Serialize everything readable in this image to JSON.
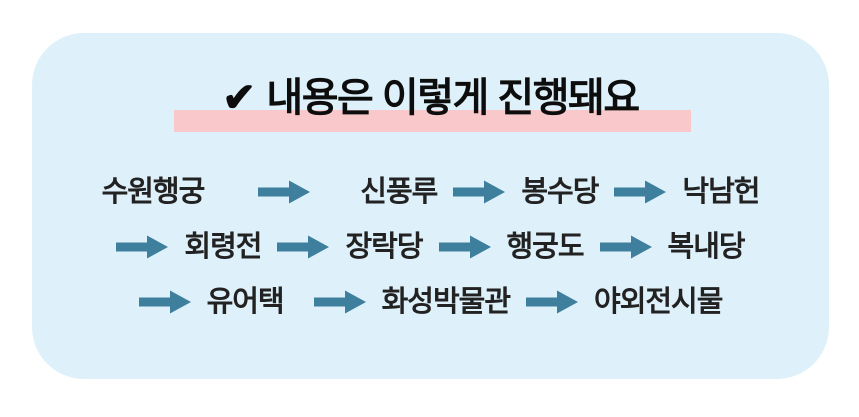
{
  "title": {
    "check_icon": "✔",
    "text": "내용은 이렇게 진행돼요"
  },
  "flow": {
    "rows": [
      [
        "수원행궁",
        "신풍루",
        "봉수당",
        "낙남헌"
      ],
      [
        "회령전",
        "장락당",
        "행궁도",
        "복내당"
      ],
      [
        "유어택",
        "화성박물관",
        "야외전시물"
      ]
    ]
  },
  "icons": {
    "arrow": "right-arrow-icon"
  },
  "colors": {
    "card_bg": "#def0f9",
    "highlight_pink": "#f8c8ca",
    "arrow_blue": "#3e7f9e",
    "title_text": "#0d0d0d",
    "station_text": "#222222"
  }
}
